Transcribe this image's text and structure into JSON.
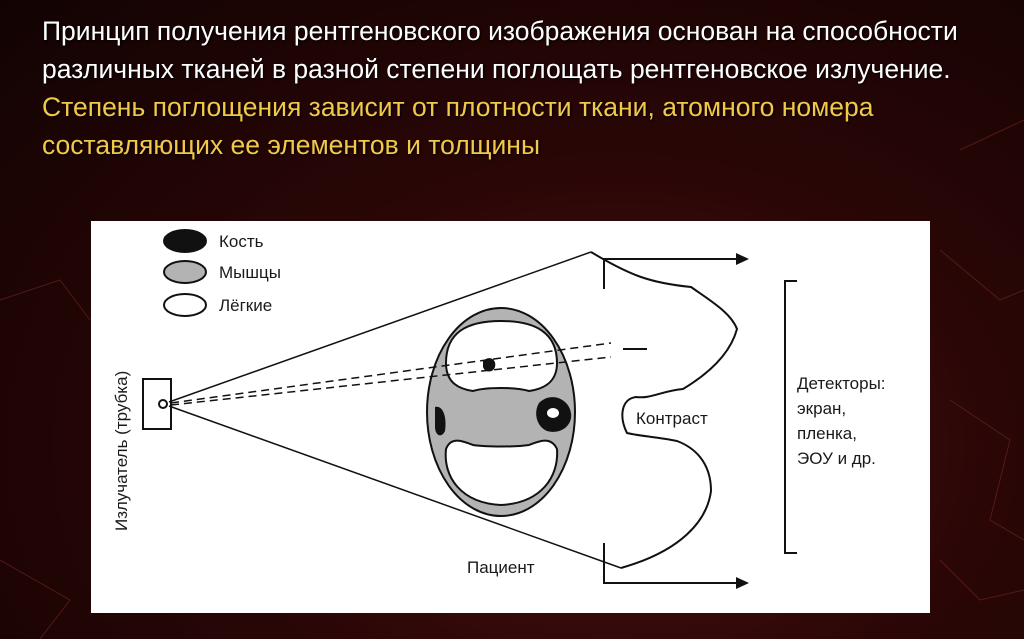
{
  "heading": {
    "text_white": "Принцип получения рентгеновского изображения основан на способности различных тканей в разной степени поглощать рентгеновское излучение.",
    "text_highlight": "Степень поглощения зависит от плотности ткани, атомного номера составляющих ее элементов и толщины"
  },
  "legend": {
    "bone": "Кость",
    "muscle": "Мышцы",
    "lungs": "Лёгкие"
  },
  "labels": {
    "emitter": "Излучатель (трубка)",
    "contrast": "Контраст",
    "patient": "Пациент",
    "detectors_line1": "Детекторы:",
    "detectors_line2": "экран,",
    "detectors_line3": "пленка,",
    "detectors_line4": "ЭОУ и др."
  },
  "colors": {
    "highlight": "#f2c84b",
    "background": "#2a0606",
    "muscle_fill": "#b3b3b3",
    "bone_fill": "#111111"
  }
}
